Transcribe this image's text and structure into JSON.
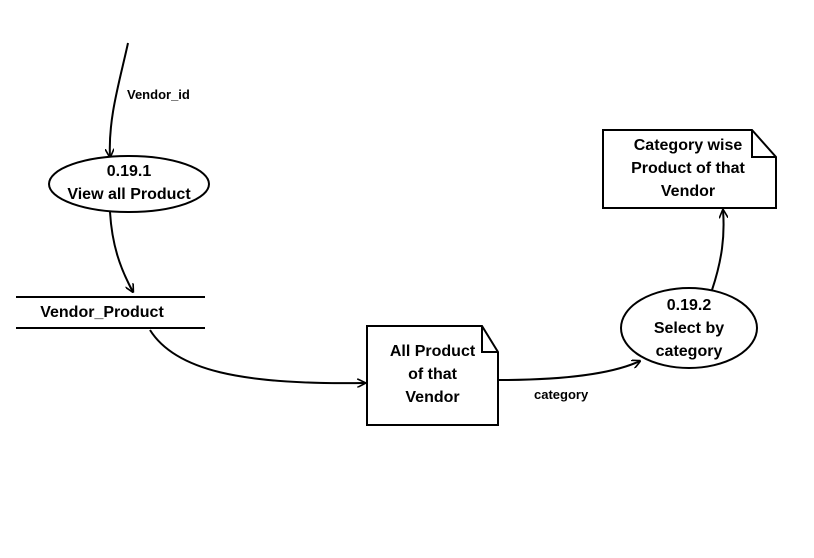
{
  "processes": [
    {
      "id": "0.19.1",
      "name": "View all Product"
    },
    {
      "id": "0.19.2",
      "name": "Select by category"
    }
  ],
  "data_store": {
    "label": "Vendor_Product"
  },
  "documents": [
    {
      "lines": [
        "All Product",
        "of that",
        "Vendor"
      ]
    },
    {
      "lines": [
        "Category wise",
        "Product of that",
        "Vendor"
      ]
    }
  ],
  "flows": {
    "vendor_id": "Vendor_id",
    "category": "category"
  },
  "colors": {
    "stroke": "#000000",
    "background": "#ffffff"
  }
}
